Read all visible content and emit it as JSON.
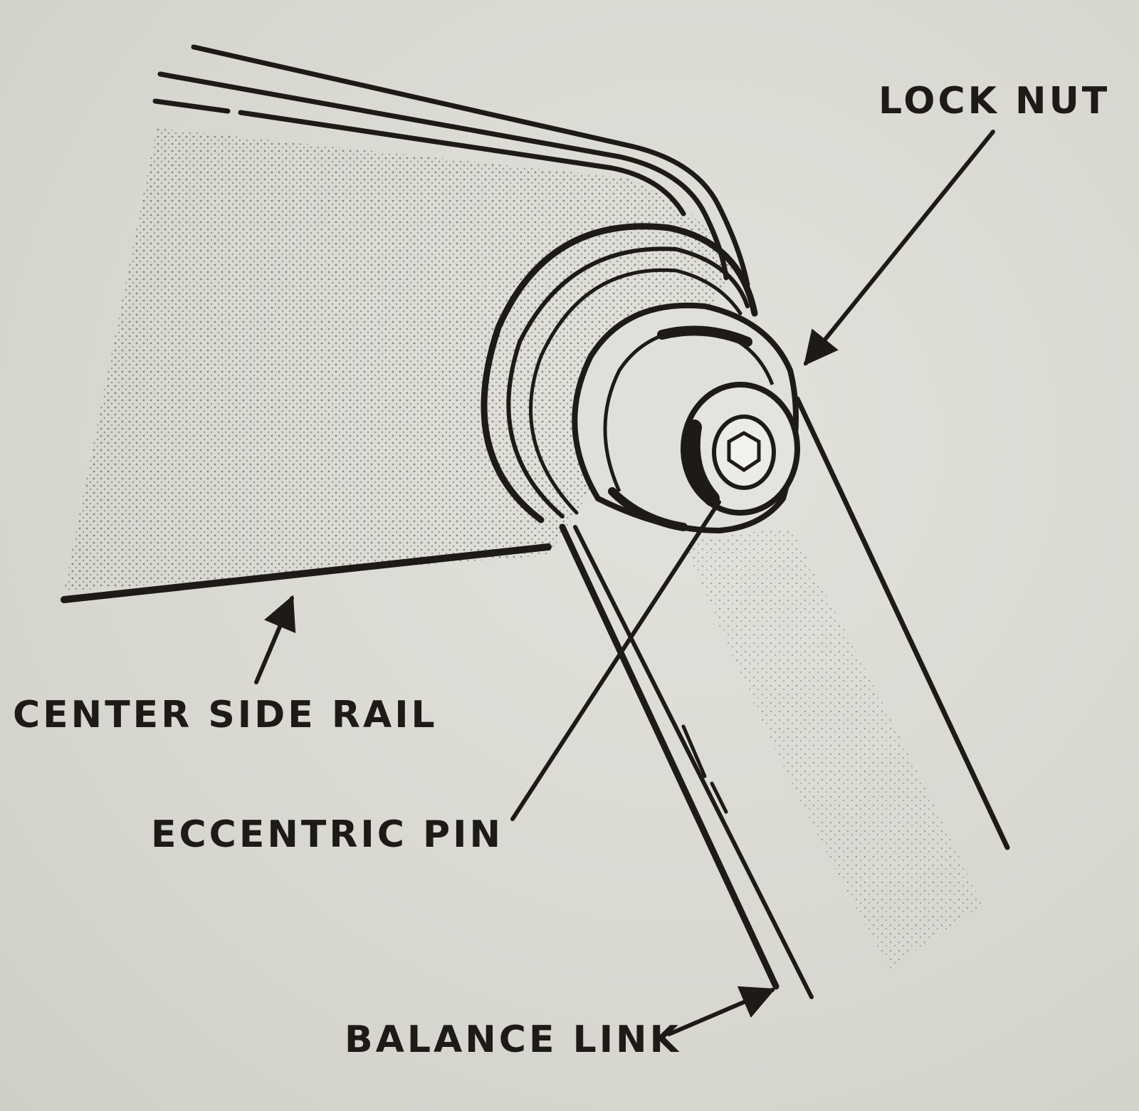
{
  "labels": {
    "lock_nut": "LOCK NUT",
    "center_side_rail": "CENTER SIDE RAIL",
    "eccentric_pin": "ECCENTRIC PIN",
    "balance_link": "BALANCE LINK"
  },
  "colors": {
    "ink": "#1e1a18",
    "paper": "#d9d9d3"
  }
}
